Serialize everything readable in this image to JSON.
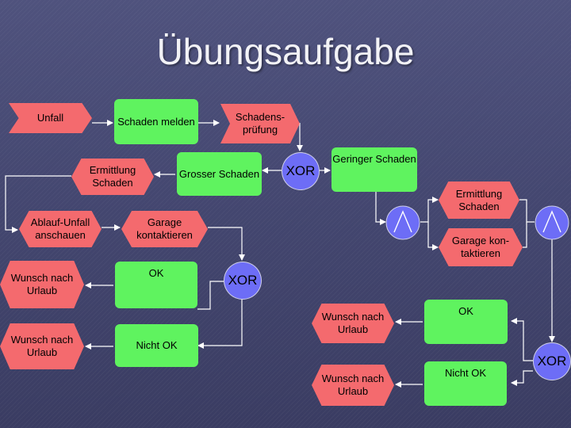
{
  "slide": {
    "title": "Übungsaufgabe"
  },
  "nodes": {
    "unfall": "Unfall",
    "schaden_melden": "Schaden melden",
    "schadenspruefung": "Schadens-prüfung",
    "xor_top": "XOR",
    "grosser_schaden": "Grosser Schaden",
    "geringer_schaden": "Geringer Schaden",
    "ermittlung_left": "Ermittlung Schaden",
    "ablauf_unfall": "Ablauf-Unfall anschauen",
    "garage_left": "Garage kontaktieren",
    "xor_left": "XOR",
    "ok_left": "OK",
    "nicht_ok_left": "Nicht OK",
    "wunsch_left_1": "Wunsch nach Urlaub",
    "wunsch_left_2": "Wunsch nach Urlaub",
    "ermittlung_right": "Ermittlung Schaden",
    "garage_right": "Garage kon-taktieren",
    "xor_right": "XOR",
    "ok_right": "OK",
    "nicht_ok_right": "Nicht OK",
    "wunsch_right_1": "Wunsch nach Urlaub",
    "wunsch_right_2": "Wunsch nach Urlaub"
  },
  "colors": {
    "event": "#f46a6e",
    "function": "#5ff35f",
    "connector": "#6d6df6",
    "line": "#ffffff",
    "background": "#45486f"
  }
}
